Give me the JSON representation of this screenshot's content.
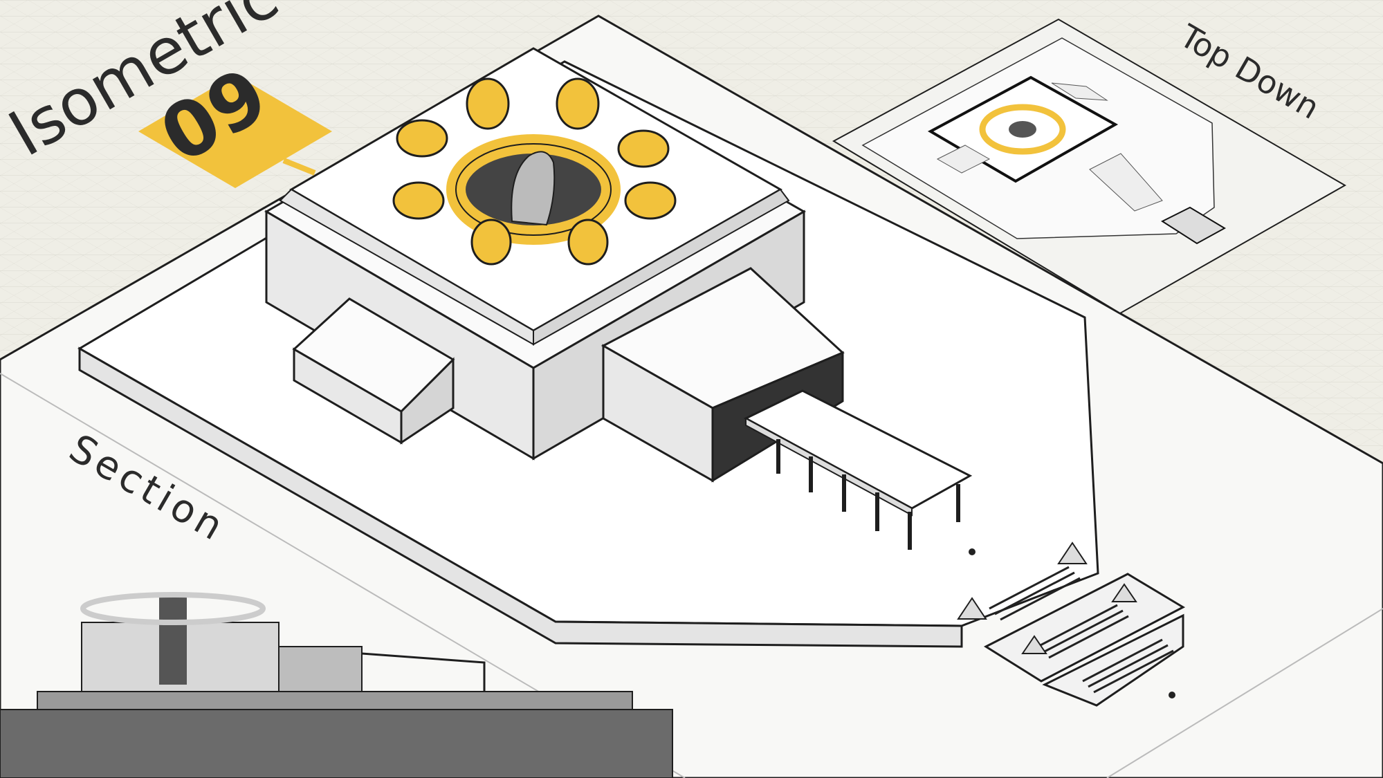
{
  "labels": {
    "isometric": "Isometric",
    "number": "09",
    "top_down": "Top Down",
    "section": "Section"
  },
  "colors": {
    "accent_yellow": "#f2c23c",
    "paper": "#efeee6",
    "sheet": "#f8f8f6",
    "ink": "#1e1e1e",
    "section_fill": "#6b6b6b"
  }
}
